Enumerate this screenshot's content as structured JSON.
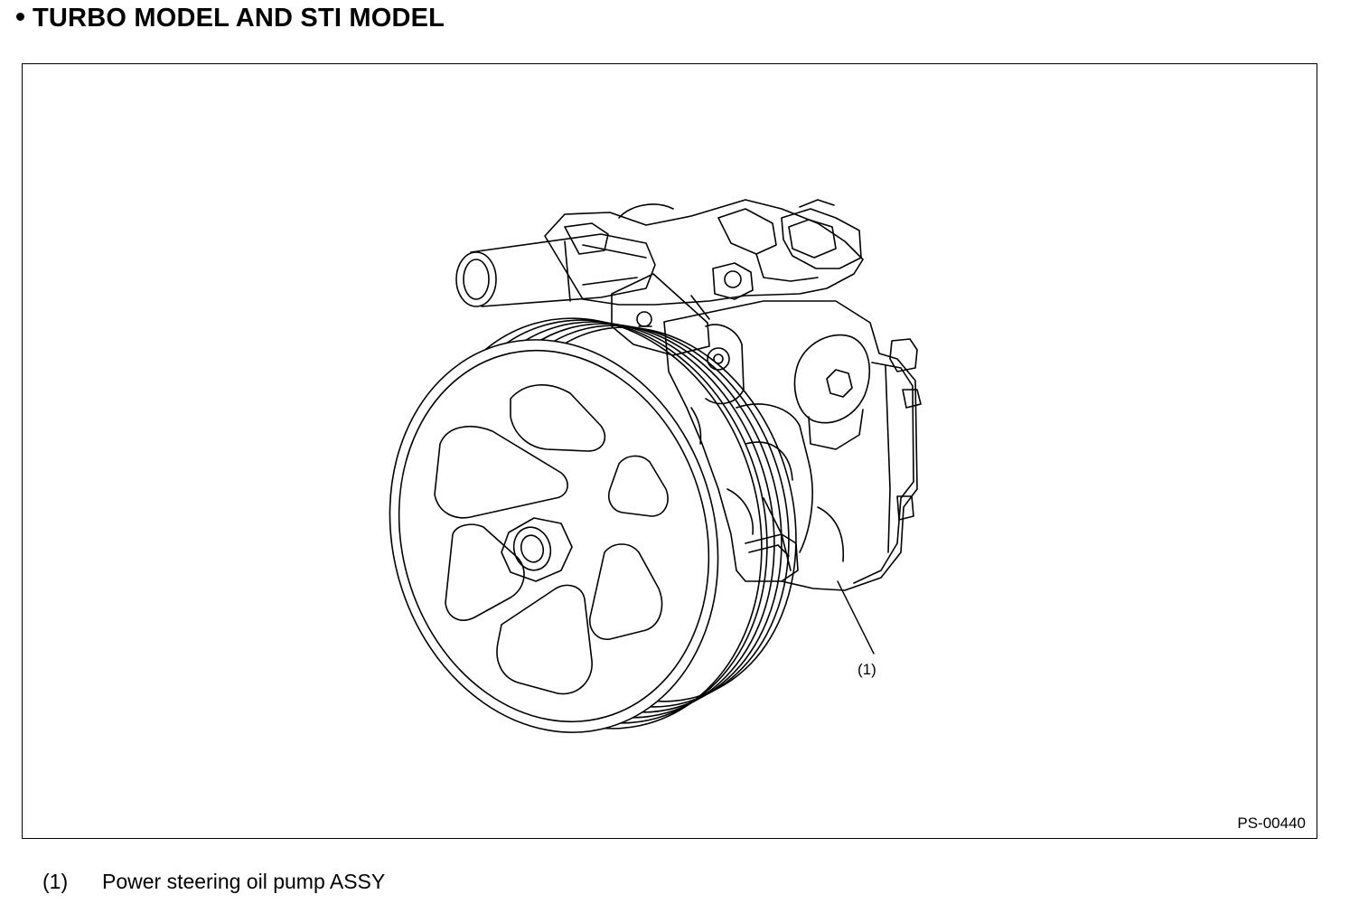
{
  "heading": {
    "text": "TURBO MODEL AND STI MODEL"
  },
  "figure": {
    "code": "PS-00440",
    "callout": "(1)"
  },
  "legend": [
    {
      "num": "(1)",
      "label": "Power steering oil pump ASSY"
    }
  ]
}
